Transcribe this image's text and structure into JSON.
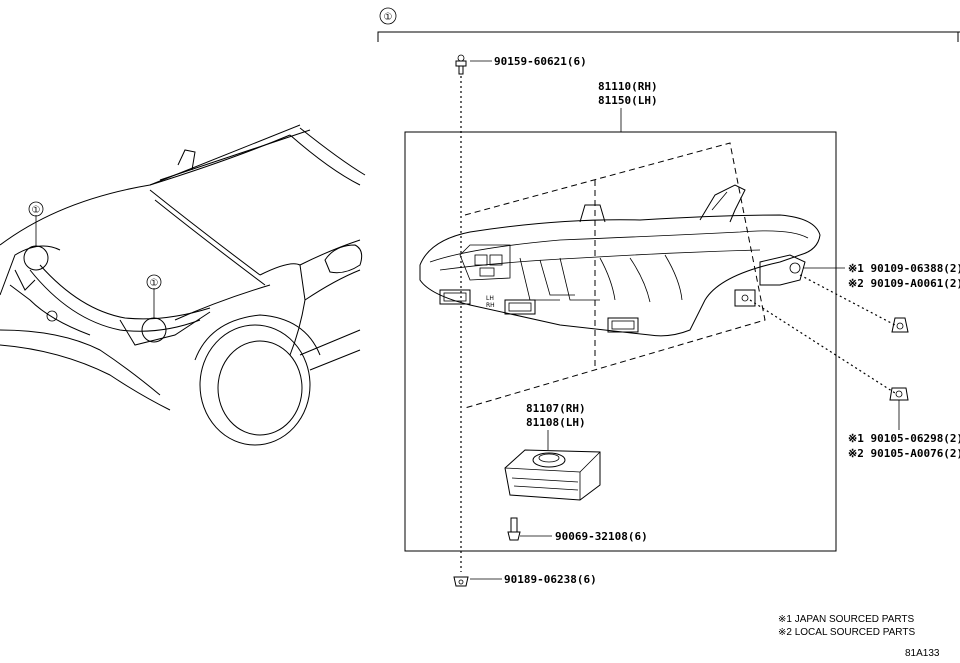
{
  "callout": {
    "symbol": "①"
  },
  "parts": {
    "bolt_top": "90159-60621(6)",
    "headlamp_rh": "81110(RH)",
    "headlamp_lh": "81150(LH)",
    "screw_a_1": "※1 90109-06388(2)",
    "screw_a_2": "※2 90109-A0061(2)",
    "screw_b_1": "※1 90105-06298(2)",
    "screw_b_2": "※2 90105-A0076(2)",
    "computer_rh": "81107(RH)",
    "computer_lh": "81108(LH)",
    "screw_computer": "90069-32108(6)",
    "bolt_bottom": "90189-06238(6)"
  },
  "lamp_marks": {
    "rh": "RH",
    "lh": "LH"
  },
  "notes": {
    "japan": "※1 JAPAN SOURCED PARTS",
    "local": "※2 LOCAL SOURCED PARTS",
    "diagram_id": "81A133"
  }
}
